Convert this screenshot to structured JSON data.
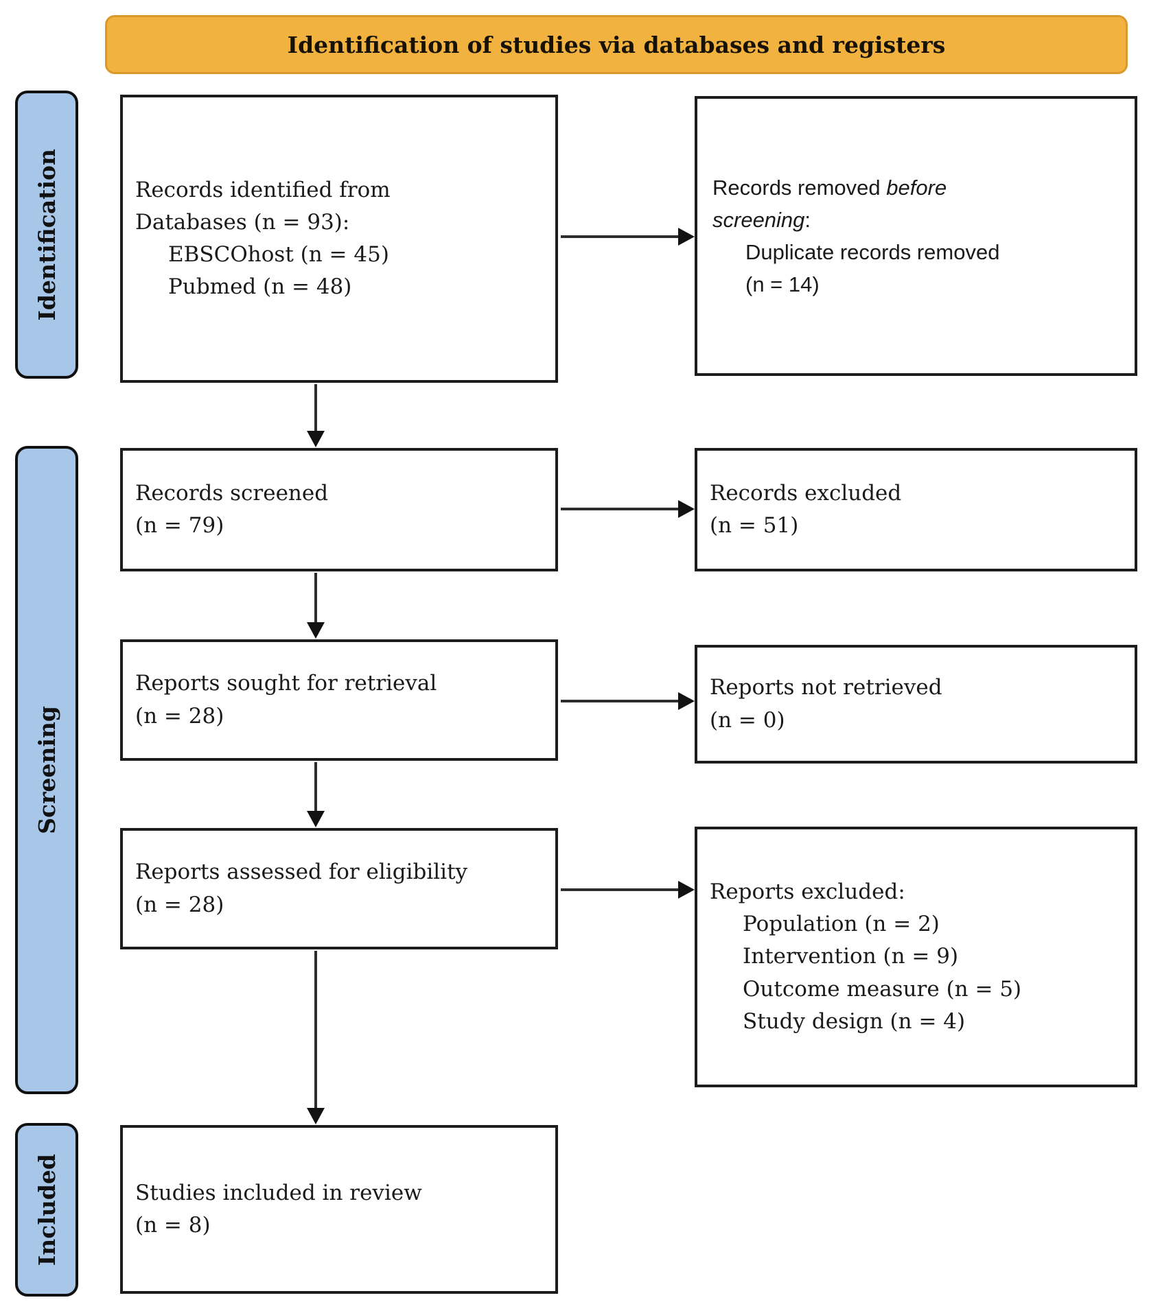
{
  "banner": {
    "title": "Identification of studies via databases and registers"
  },
  "stages": {
    "identification": "Identification",
    "screening": "Screening",
    "included": "Included"
  },
  "boxes": {
    "records_identified": {
      "line1": "Records identified from",
      "line2": "Databases (n = 93):",
      "items": [
        "EBSCOhost (n = 45)",
        "Pubmed (n = 48)"
      ]
    },
    "records_removed": {
      "line1_text": "Records removed",
      "line1_italic": "before",
      "line2_italic": "screening",
      "line2_text": ":",
      "items": [
        "Duplicate records removed",
        "(n = 14)"
      ]
    },
    "records_screened": {
      "line1": "Records screened",
      "line2": "(n = 79)"
    },
    "records_excluded": {
      "line1": "Records excluded",
      "line2": "(n = 51)"
    },
    "reports_sought": {
      "line1": "Reports sought for retrieval",
      "line2": "(n = 28)"
    },
    "reports_not_retrieved": {
      "line1": "Reports not retrieved",
      "line2": "(n = 0)"
    },
    "reports_assessed": {
      "line1": "Reports assessed for eligibility",
      "line2": "(n = 28)"
    },
    "reports_excluded": {
      "line1": "Reports excluded:",
      "items": [
        "Population (n = 2)",
        "Intervention (n = 9)",
        "Outcome measure (n = 5)",
        "Study design (n = 4)"
      ]
    },
    "studies_included": {
      "line1": "Studies included in review",
      "line2": "(n = 8)"
    }
  },
  "colors": {
    "banner_bg": "#F2B240",
    "banner_border": "#D9992B",
    "stage_bg": "#A8C6E8",
    "box_border": "#1C1C1C",
    "arrow": "#2D2D2D"
  }
}
